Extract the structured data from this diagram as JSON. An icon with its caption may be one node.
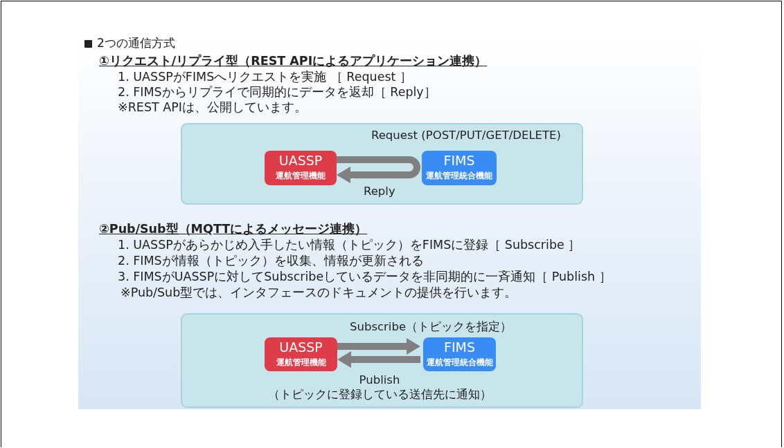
{
  "diagram": {
    "title": "2つの通信方式",
    "nodes": [
      {
        "text": [],
        "shape": "box"
      },
      {
        "text": [
          "UASSP",
          "運航管理機能"
        ],
        "in": 0
      },
      {
        "text": [
          "FIMS",
          "運航管理統合機能"
        ],
        "in": 0
      },
      {
        "text": [],
        "shape": "box"
      },
      {
        "text": [
          "UASSP",
          "運航管理機能"
        ],
        "in": 3
      },
      {
        "text": [
          "FIMS",
          "運航管理統合機能"
        ],
        "in": 3
      }
    ],
    "edges": [
      {
        "from": 1,
        "to": 2,
        "arrow": "none",
        "label": "Request (POST/PUT/GET/DELETE)"
      },
      {
        "from": 2,
        "to": 1,
        "arrow": "to",
        "label": "Reply"
      },
      {
        "from": 4,
        "to": 5,
        "arrow": "to",
        "label": "Subscribe（トピックを指定）"
      },
      {
        "from": 5,
        "to": 4,
        "arrow": "to",
        "label": "Publish （トピックに登録している送信先に通知）"
      }
    ],
    "labels": [
      "①リクエスト/リプライ型（REST APIによるアプリケーション連携）",
      "1. UASSPがFIMSへリクエストを実施 ［ Request ］",
      "2. FIMSからリプライで同期的にデータを返却［ Reply］",
      "※REST APIは、公開しています。",
      "②Pub/Sub型（MQTTによるメッセージ連携）",
      "1. UASSPがあらかじめ入手したい情報（トピック）をFIMSに登録［ Subscribe ］",
      "2. FIMSが情報（トピック）を収集、情報が更新される",
      "3. FIMSがUASSPに対してSubscribeしているデータを非同期的に一斉通知［ Publish ］",
      "※Pub/Sub型では、インタフェースのドキュメントの提供を行います。"
    ]
  }
}
